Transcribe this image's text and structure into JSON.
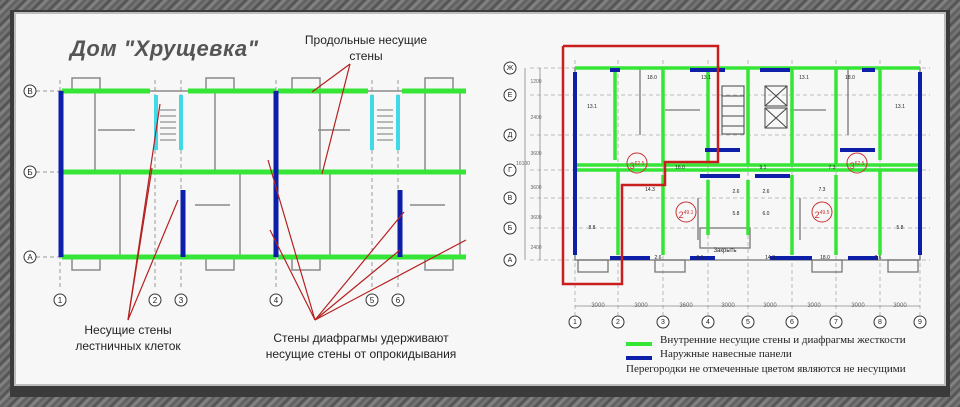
{
  "left_plan": {
    "title": "Дом \"Хрущевка\"",
    "label_longitudinal": [
      "Продольные несущие",
      "стены"
    ],
    "label_stair": [
      "Несущие стены",
      "лестничных клеток"
    ],
    "label_diaphragm": [
      "Стены диафрагмы удерживают",
      "несущие стены от опрокидывания"
    ],
    "axis_letters": [
      "В",
      "Б",
      "А"
    ],
    "axis_numbers": [
      "1",
      "2",
      "3",
      "4",
      "5",
      "6"
    ]
  },
  "right_plan": {
    "axis_letters": [
      "Ж",
      "Е",
      "Д",
      "Г",
      "В",
      "Б",
      "А"
    ],
    "axis_numbers": [
      "1",
      "2",
      "3",
      "4",
      "5",
      "6",
      "7",
      "8",
      "9"
    ],
    "dims_bottom": [
      "3000",
      "3000",
      "3600",
      "3000",
      "3000",
      "3000",
      "3000",
      "3000"
    ],
    "dims_left": [
      "1200",
      "2400",
      "3600",
      "3600",
      "3600",
      "2400"
    ],
    "dim_total_left": "16100",
    "apartments": [
      {
        "rooms": "3",
        "area": "62.5"
      },
      {
        "rooms": "2",
        "area": "49.1"
      },
      {
        "rooms": "2",
        "area": "49.5"
      },
      {
        "rooms": "3",
        "area": "62.5"
      }
    ],
    "room_areas": [
      "13.1",
      "18.0",
      "13.1",
      "13.1",
      "18.0",
      "13.1",
      "8.8",
      "5.8",
      "16.0",
      "14.3",
      "9.1",
      "9.1",
      "14.3",
      "18.0",
      "2.6",
      "2.6",
      "2.6",
      "2.6",
      "5.8",
      "6.0",
      "7.3",
      "7.3"
    ],
    "balcony_label": "Закрыть"
  },
  "legend": {
    "inner_walls": "Внутренние несущие стены и диафрагмы жесткости",
    "outer_panels": "Наружные навесные панели",
    "partitions": "Перегородки не отмеченные цветом являются не несущими"
  },
  "colors": {
    "green": "#36e636",
    "blue": "#0d1fa8",
    "red": "#c81e1e",
    "cyan": "#3fd9e8"
  }
}
